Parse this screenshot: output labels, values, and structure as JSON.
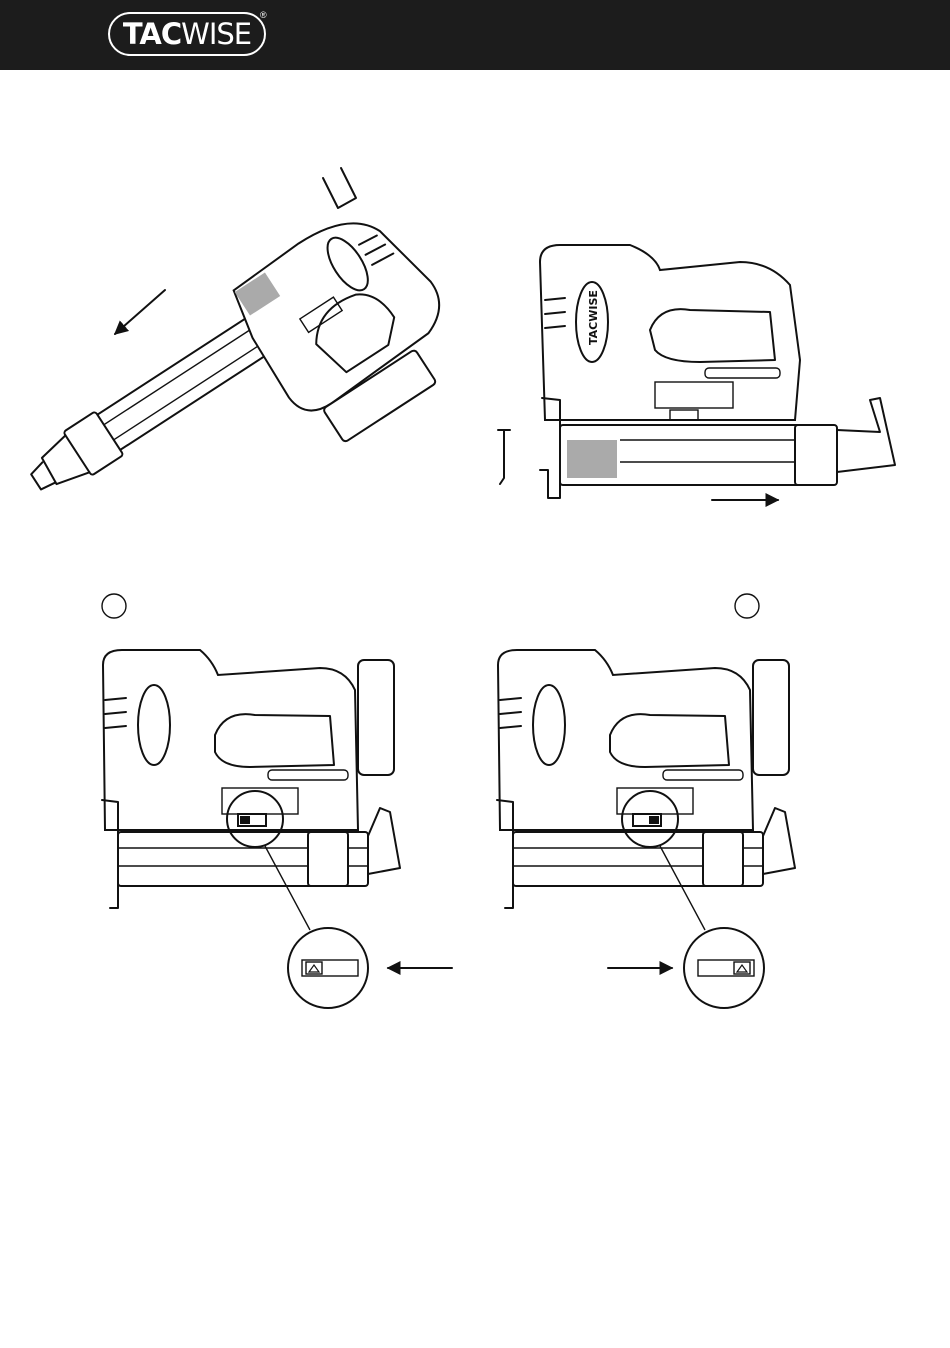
{
  "brand": {
    "logo_text_bold": "TAC",
    "logo_text_light": "WISE",
    "registered_mark": "®"
  },
  "tool_badge_text": "TACWISE",
  "icons": {
    "arrow_left": "arrow-left-icon",
    "arrow_right": "arrow-right-icon",
    "switch_indicator": "triangle-up-icon"
  }
}
